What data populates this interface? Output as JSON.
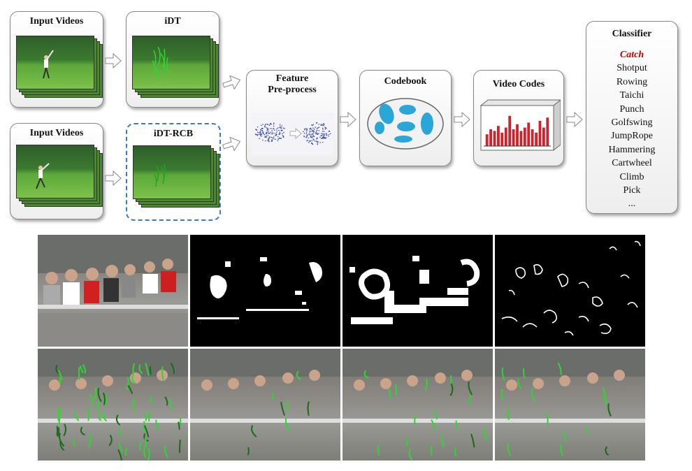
{
  "pipeline": {
    "input_videos_top": "Input Videos",
    "idt": "iDT",
    "input_videos_bottom": "Input Videos",
    "idt_rcb": "iDT-RCB",
    "feature_preprocess_line1": "Feature",
    "feature_preprocess_line2": "Pre-process",
    "codebook": "Codebook",
    "video_codes": "Video Codes",
    "classifier": "Classifier",
    "classes": [
      "Catch",
      "Shotput",
      "Rowing",
      "Taichi",
      "Punch",
      "Golfswing",
      "JumpRope",
      "Hammering",
      "Cartwheel",
      "Climb",
      "Pick",
      "..."
    ],
    "highlighted_class": "Catch"
  },
  "colors": {
    "highlight": "#c00000",
    "dashed_border": "#3b7bb8",
    "codebook_blob": "#2aa6d8",
    "bar": "#d4202a",
    "trajectory": "#2fd62f"
  },
  "video_code_bars": [
    0.35,
    0.5,
    0.45,
    0.6,
    0.4,
    0.55,
    0.9,
    0.5,
    0.65,
    0.45,
    0.55,
    0.7,
    0.5,
    0.4,
    0.75,
    0.55,
    0.85
  ]
}
